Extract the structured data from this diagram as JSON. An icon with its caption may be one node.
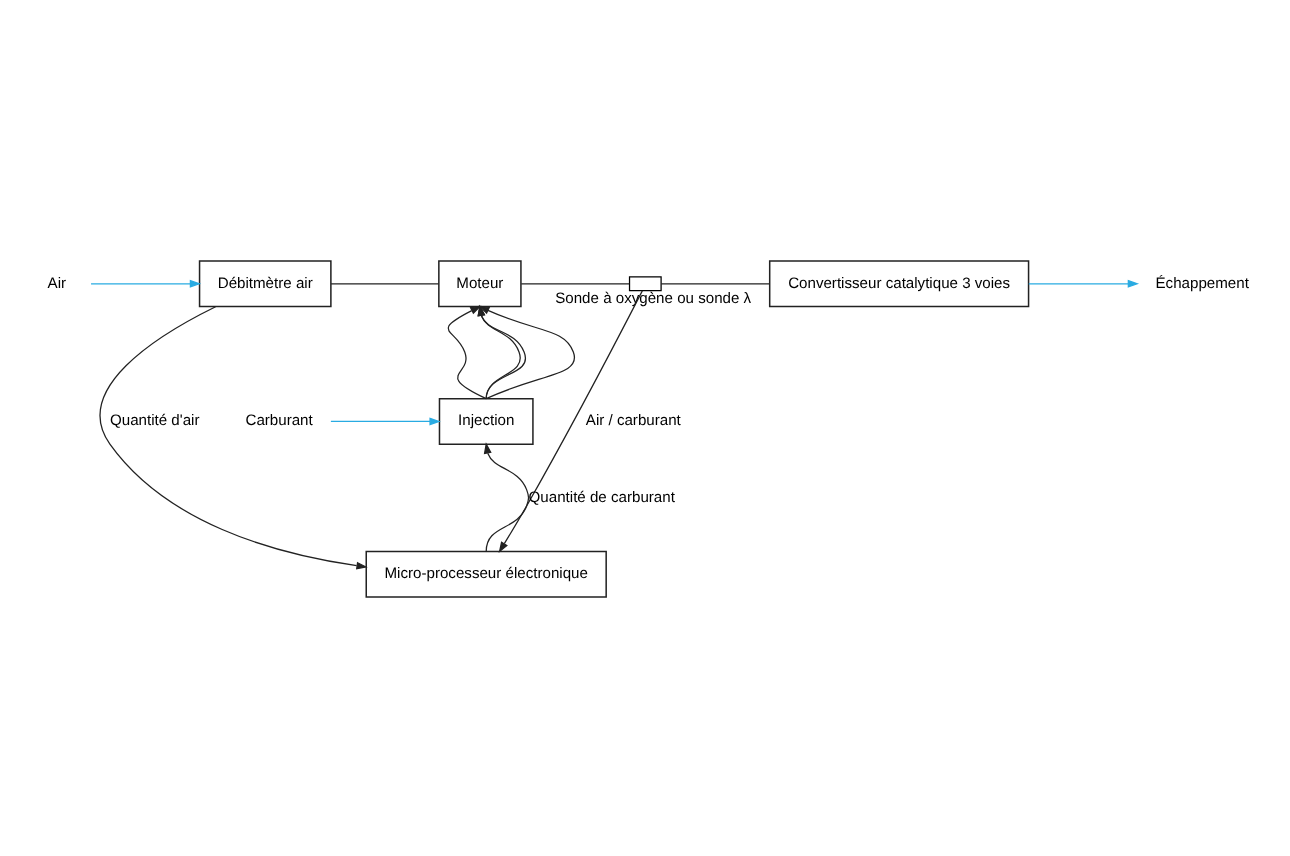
{
  "diagram": {
    "nodes": [
      {
        "text": [
          "Air"
        ]
      },
      {
        "text": [
          "Débitmètre air"
        ]
      },
      {
        "text": [
          "Moteur"
        ]
      },
      {
        "text": [],
        "shape": "box",
        "beside": [
          "Sonde à oxygène ou sonde λ"
        ]
      },
      {
        "text": [
          "Convertisseur catalytique 3 voies"
        ]
      },
      {
        "text": [
          "Échappement"
        ]
      },
      {
        "text": [
          "Carburant"
        ]
      },
      {
        "text": [
          "Injection"
        ]
      },
      {
        "text": [
          "Micro-processeur électronique"
        ]
      }
    ],
    "edges": [
      {
        "from": 0,
        "to": 1,
        "arrow": "to",
        "color": "#29abe2"
      },
      {
        "from": 1,
        "to": 2,
        "arrow": "none"
      },
      {
        "from": 2,
        "to": 3,
        "arrow": "none"
      },
      {
        "from": 3,
        "to": 4,
        "arrow": "none"
      },
      {
        "from": 4,
        "to": 5,
        "arrow": "to",
        "color": "#29abe2"
      },
      {
        "from": 6,
        "to": 7,
        "arrow": "to",
        "color": "#29abe2"
      },
      {
        "from": 7,
        "to": 2,
        "arrow": "to"
      },
      {
        "from": 7,
        "to": 2,
        "arrow": "to"
      },
      {
        "from": 7,
        "to": 2,
        "arrow": "to"
      },
      {
        "from": 7,
        "to": 2,
        "arrow": "to"
      },
      {
        "from": 1,
        "to": 8,
        "arrow": "to",
        "label": "Quantité d'air"
      },
      {
        "from": 8,
        "to": 7,
        "arrow": "to",
        "label": "Quantité de carburant"
      },
      {
        "from": 3,
        "to": 8,
        "arrow": "to",
        "label": "Air / carburant"
      }
    ]
  }
}
